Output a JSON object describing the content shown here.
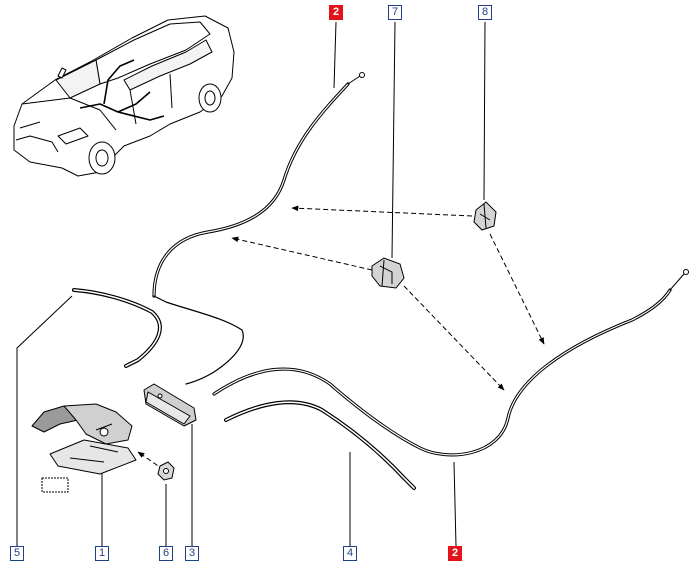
{
  "diagram": {
    "callouts": [
      {
        "id": "c2-top",
        "label": "2",
        "highlighted": true
      },
      {
        "id": "c7",
        "label": "7",
        "highlighted": false
      },
      {
        "id": "c8",
        "label": "8",
        "highlighted": false
      },
      {
        "id": "c5",
        "label": "5",
        "highlighted": false
      },
      {
        "id": "c1",
        "label": "1",
        "highlighted": false
      },
      {
        "id": "c6",
        "label": "6",
        "highlighted": false
      },
      {
        "id": "c3",
        "label": "3",
        "highlighted": false
      },
      {
        "id": "c4",
        "label": "4",
        "highlighted": false
      },
      {
        "id": "c2-bottom",
        "label": "2",
        "highlighted": true
      }
    ],
    "colors": {
      "callout_border": "#1f3f86",
      "callout_text": "#1f3f86",
      "highlight_fill": "#e2131b",
      "line": "#000000",
      "background": "#ffffff"
    }
  }
}
